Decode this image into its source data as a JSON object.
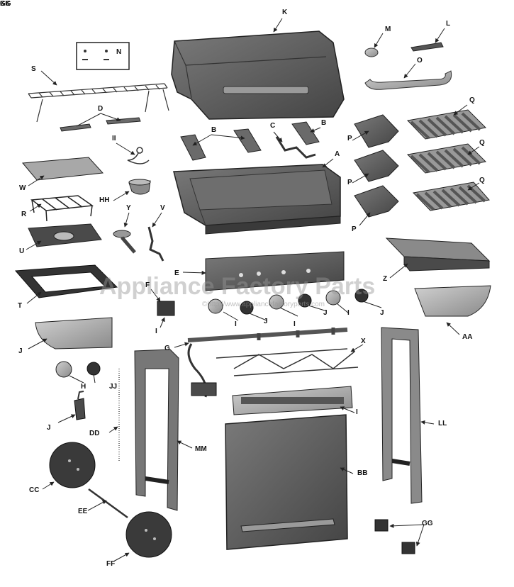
{
  "watermark": "Appliance Factory Parts",
  "watermark_url": "©http://www.appliancefactoryparts.com",
  "colors": {
    "part_dark": "#5a5a5a",
    "part_mid": "#8a8a8a",
    "part_light": "#b8b8b8",
    "outline": "#2a2a2a",
    "leader": "#222222"
  },
  "callouts": [
    "K",
    "M",
    "L",
    "N",
    "S",
    "O",
    "D",
    "B",
    "C",
    "B",
    "Q",
    "II",
    "A",
    "P",
    "Q",
    "W",
    "HH",
    "P",
    "Q",
    "R",
    "Y",
    "V",
    "P",
    "U",
    "Z",
    "E",
    "F",
    "T",
    "AA",
    "I",
    "J",
    "I",
    "J",
    "I",
    "J",
    "I",
    "J",
    "G",
    "X",
    "H",
    "JJ",
    "I",
    "J",
    "DD",
    "LL",
    "MM",
    "BB",
    "CC",
    "EE",
    "GG",
    "FF",
    "KK",
    "GG"
  ]
}
